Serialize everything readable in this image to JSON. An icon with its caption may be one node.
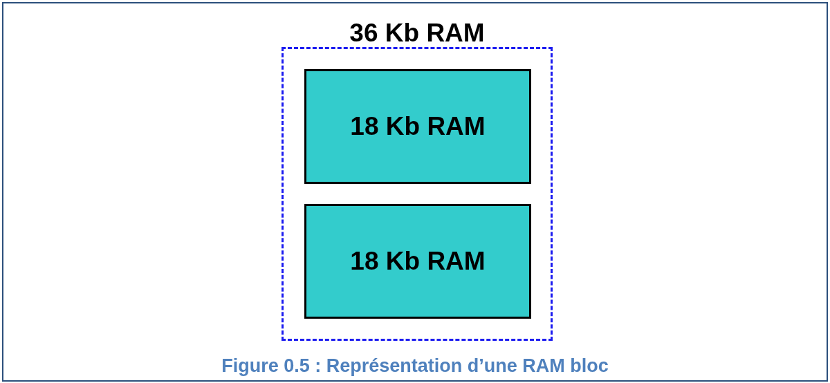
{
  "diagram": {
    "caption": "Figure 0.5 : Représentation d’une RAM bloc",
    "nodes": [
      {
        "text": [
          "36 Kb RAM"
        ]
      },
      {
        "text": [
          "18 Kb RAM"
        ],
        "in": 0
      },
      {
        "text": [
          "18 Kb RAM"
        ],
        "in": 0
      }
    ]
  }
}
